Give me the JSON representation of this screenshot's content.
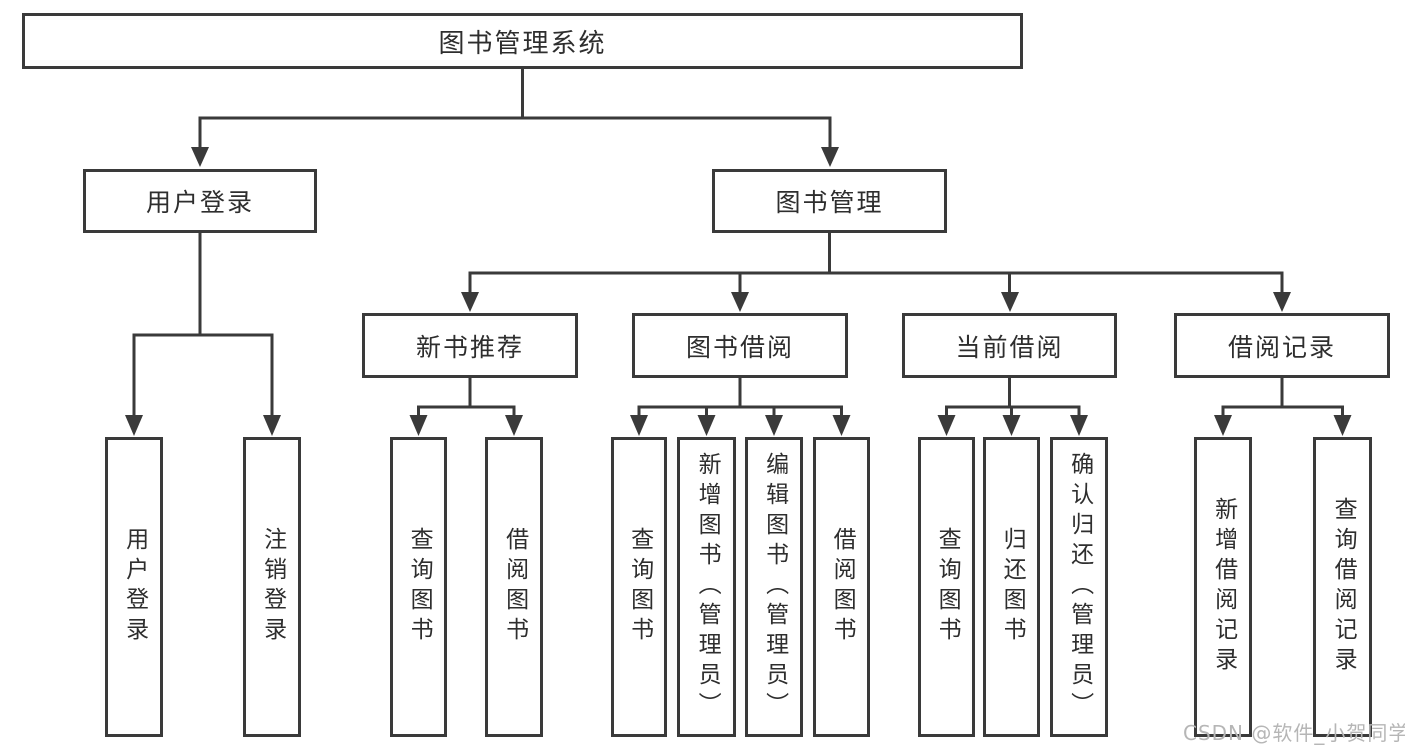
{
  "diagram": {
    "root": {
      "label": "图书管理系统"
    },
    "branches": [
      {
        "label": "用户登录",
        "children": [
          {
            "label": "用户登录"
          },
          {
            "label": "注销登录"
          }
        ]
      },
      {
        "label": "图书管理",
        "children": [
          {
            "label": "新书推荐",
            "children": [
              {
                "label": "查询图书"
              },
              {
                "label": "借阅图书"
              }
            ]
          },
          {
            "label": "图书借阅",
            "children": [
              {
                "label": "查询图书"
              },
              {
                "label": "新增图书（管理员）"
              },
              {
                "label": "编辑图书（管理员）"
              },
              {
                "label": "借阅图书"
              }
            ]
          },
          {
            "label": "当前借阅",
            "children": [
              {
                "label": "查询图书"
              },
              {
                "label": "归还图书"
              },
              {
                "label": "确认归还（管理员）"
              }
            ]
          },
          {
            "label": "借阅记录",
            "children": [
              {
                "label": "新增借阅记录"
              },
              {
                "label": "查询借阅记录"
              }
            ]
          }
        ]
      }
    ]
  },
  "watermark": {
    "text": "CSDN @软件_小贺同学"
  },
  "colors": {
    "line": "#3a3a3a",
    "text": "#2e2e2e",
    "watermark": "#b6b6b6",
    "background": "#ffffff"
  }
}
